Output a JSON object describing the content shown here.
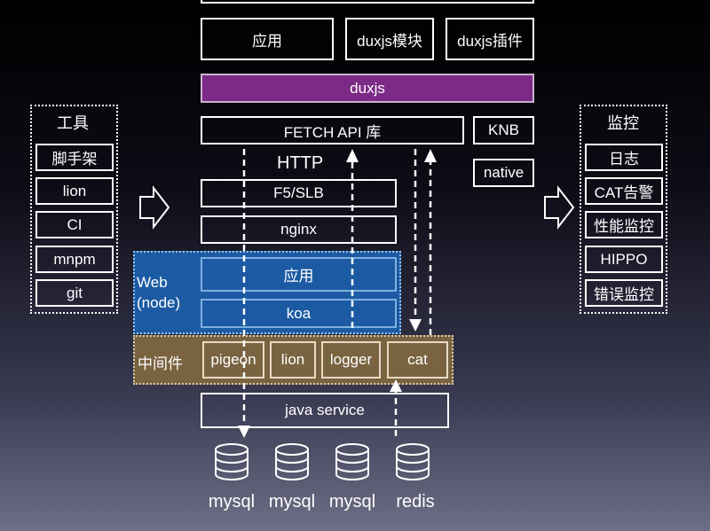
{
  "top": {
    "app": "应用",
    "module": "duxjs模块",
    "plugin": "duxjs插件",
    "duxjs": "duxjs",
    "fetch": "FETCH API 库",
    "knb": "KNB",
    "native": "native",
    "http": "HTTP",
    "f5": "F5/SLB",
    "nginx": "nginx"
  },
  "web": {
    "label_line1": "Web",
    "label_line2": "(node)",
    "app": "应用",
    "koa": "koa"
  },
  "middleware": {
    "label": "中间件",
    "items": [
      "pigeon",
      "lion",
      "logger",
      "cat"
    ]
  },
  "java_service": "java service",
  "databases": [
    "mysql",
    "mysql",
    "mysql",
    "redis"
  ],
  "tools": {
    "title": "工具",
    "items": [
      "脚手架",
      "lion",
      "CI",
      "mnpm",
      "git"
    ]
  },
  "monitor": {
    "title": "监控",
    "items": [
      "日志",
      "CAT告警",
      "性能监控",
      "HIPPO",
      "错误监控"
    ]
  },
  "colors": {
    "duxjs_fill": "#7b2a86",
    "web_fill": "#1c5ba3",
    "middleware_fill": "#7a6340"
  }
}
